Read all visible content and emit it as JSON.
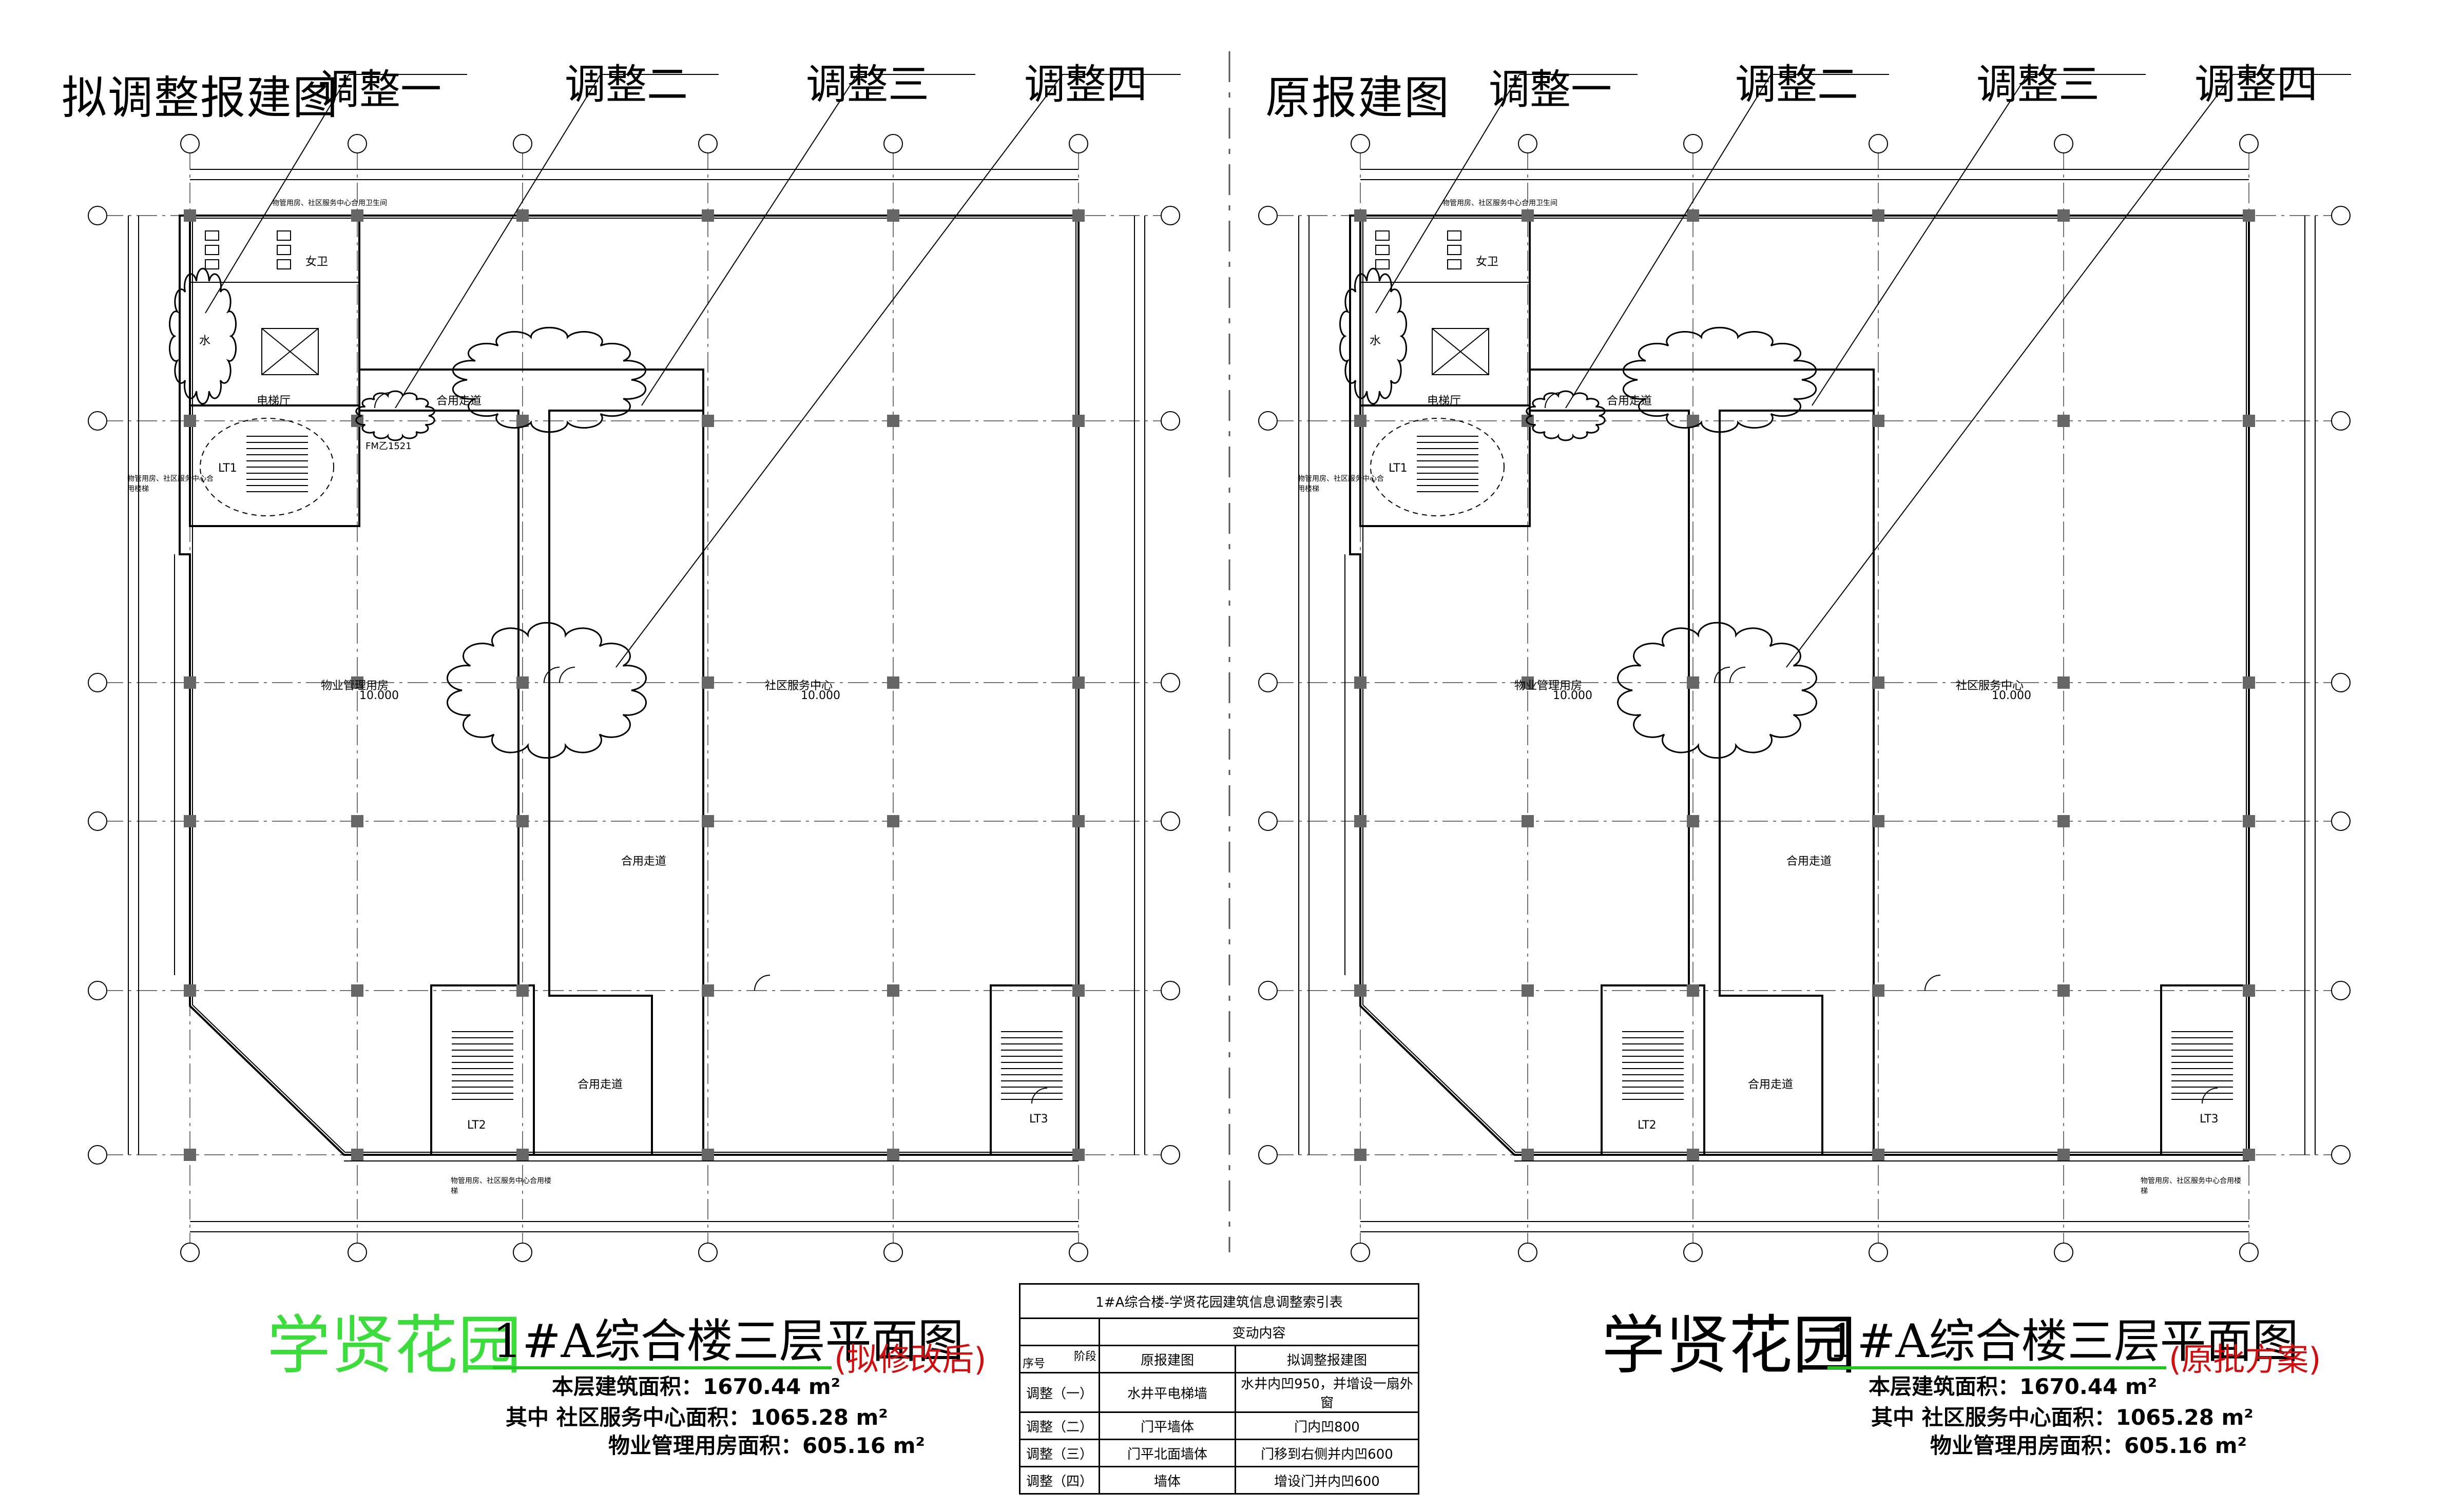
{
  "left_plan": {
    "heading": "拟调整报建图",
    "adjustments": [
      "调整一",
      "调整二",
      "调整三",
      "调整四"
    ],
    "title_green": "学贤花园",
    "title_main": "1#A综合楼三层平面图",
    "title_suffix": "(拟修改后)"
  },
  "right_plan": {
    "heading": "原报建图",
    "adjustments": [
      "调整一",
      "调整二",
      "调整三",
      "调整四"
    ],
    "title_green": "学贤花园",
    "title_main": "1#A综合楼三层平面图",
    "title_suffix": "(原批方案)"
  },
  "rooms": {
    "property": "物业管理用房",
    "service": "社区服务中心",
    "level": "10.000",
    "corridor": "合用走道",
    "elevator_hall": "电梯厅",
    "water": "水",
    "female_wc": "女卫",
    "lt1": "LT1",
    "lt2": "LT2",
    "lt3": "LT3",
    "door_code": "FM乙1521",
    "note_wc": "物管用房、社区服务中心合用卫生间",
    "note_stair": "物管用房、社区服务中心合用楼梯"
  },
  "areas": {
    "floor_area": "本层建筑面积：1670.44 m²",
    "service_area": "其中  社区服务中心面积：1065.28 m²",
    "property_area": "物业管理用房面积：605.16 m²"
  },
  "index_table": {
    "title": "1#A综合楼-学贤花园建筑信息调整索引表",
    "group_header": "变动内容",
    "col_seq": "序号",
    "col_stage": "阶段",
    "col_orig": "原报建图",
    "col_new": "拟调整报建图",
    "rows": [
      {
        "seq": "调整（一）",
        "orig": "水井平电梯墙",
        "new": "水井内凹950，并增设一扇外窗"
      },
      {
        "seq": "调整（二）",
        "orig": "门平墙体",
        "new": "门内凹800"
      },
      {
        "seq": "调整（三）",
        "orig": "门平北面墙体",
        "new": "门移到右侧并内凹600"
      },
      {
        "seq": "调整（四）",
        "orig": "墙体",
        "new": "增设门并内凹600"
      }
    ]
  }
}
